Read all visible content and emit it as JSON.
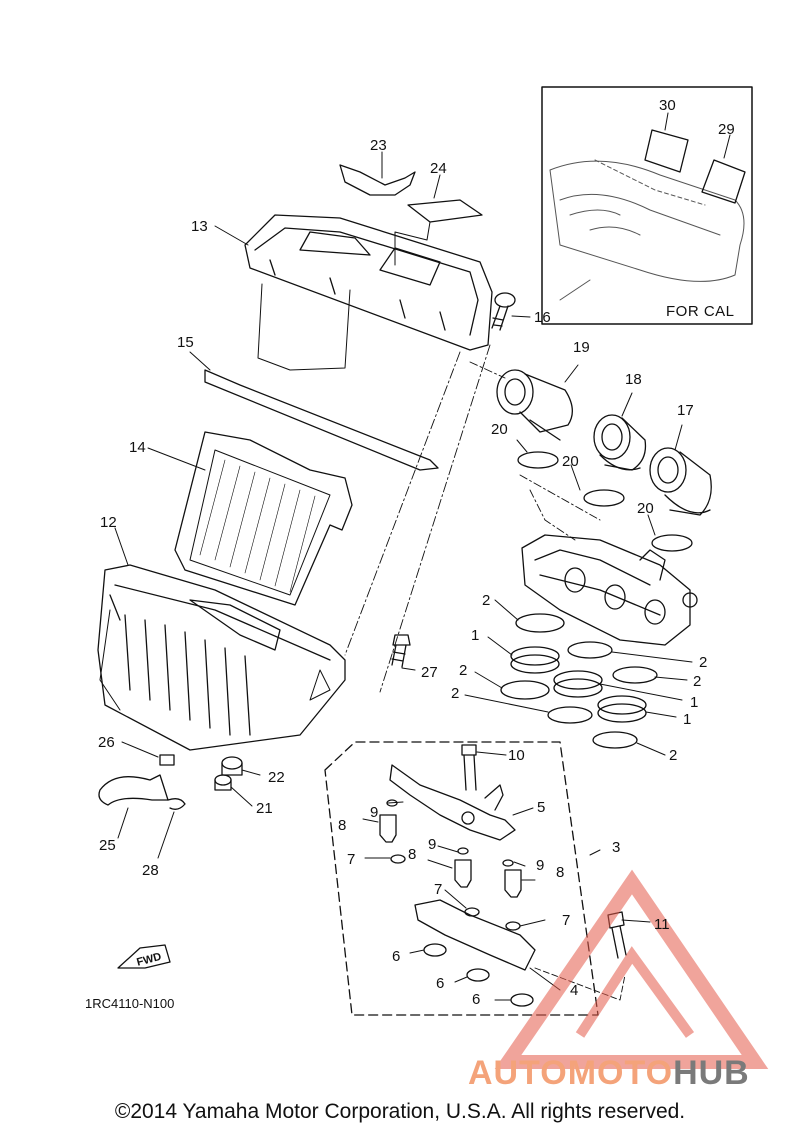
{
  "diagram": {
    "code": "1RC4110-N100",
    "inset_label": "FOR CAL",
    "fwd_label": "FWD",
    "labels": {
      "c1a": "1",
      "c1b": "1",
      "c1c": "1",
      "c2a": "2",
      "c2b": "2",
      "c2c": "2",
      "c2d": "2",
      "c2e": "2",
      "c2f": "2",
      "c3": "3",
      "c4": "4",
      "c5": "5",
      "c6a": "6",
      "c6b": "6",
      "c6c": "6",
      "c7a": "7",
      "c7b": "7",
      "c7c": "7",
      "c8a": "8",
      "c8b": "8",
      "c8c": "8",
      "c9a": "9",
      "c9b": "9",
      "c9c": "9",
      "c10": "10",
      "c11": "11",
      "c12": "12",
      "c13": "13",
      "c14": "14",
      "c15": "15",
      "c16": "16",
      "c17": "17",
      "c18": "18",
      "c19": "19",
      "c20a": "20",
      "c20b": "20",
      "c20c": "20",
      "c21": "21",
      "c22": "22",
      "c23": "23",
      "c24": "24",
      "c25": "25",
      "c26": "26",
      "c27": "27",
      "c28": "28",
      "c29": "29",
      "c30": "30"
    }
  },
  "copyright": "©2014 Yamaha Motor Corporation, U.S.A. All rights reserved.",
  "watermark": {
    "part1": "AUTOMOTO",
    "part2": "HUB",
    "color_accent": "#f4a37a",
    "color_gray": "#7a7a7a"
  }
}
